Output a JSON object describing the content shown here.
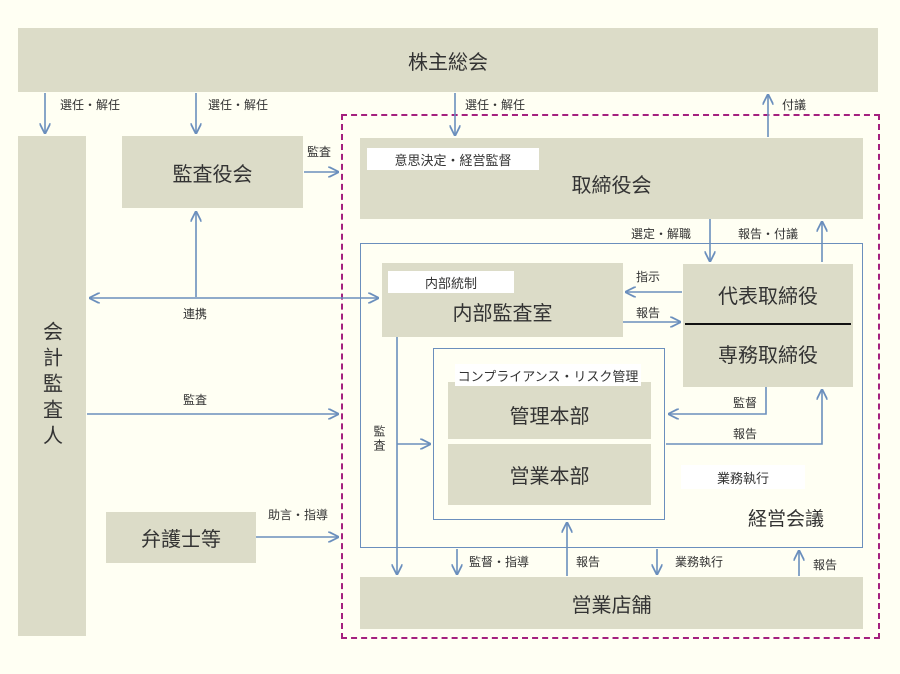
{
  "colors": {
    "box_fill": "#dcdcc8",
    "arrow": "#6b8fbd",
    "dashed_frame": "#a4207e",
    "background": "#fffff3"
  },
  "nodes": {
    "shareholders_meeting": "株主総会",
    "audit_board": "監査役会",
    "accounting_auditor": "会計監査人",
    "board_of_directors": "取締役会",
    "internal_audit_office": "内部監査室",
    "representative_director": "代表取締役",
    "managing_director": "専務取締役",
    "admin_division": "管理本部",
    "sales_division": "営業本部",
    "lawyers": "弁護士等",
    "stores": "営業店舗",
    "management_meeting": "経営会議"
  },
  "tags": {
    "board_role": "意思決定・経営監督",
    "internal_control": "内部統制",
    "compliance": "コンプライアンス・リスク管理",
    "business_execution": "業務執行"
  },
  "labels": {
    "appoint_dismiss_1": "選任・解任",
    "appoint_dismiss_2": "選任・解任",
    "appoint_dismiss_3": "選任・解任",
    "proposal": "付議",
    "audit_top": "監査",
    "select_dismiss": "選定・解職",
    "report_proposal": "報告・付議",
    "instruction": "指示",
    "report_internal": "報告",
    "cooperation": "連携",
    "audit_mid": "監査",
    "audit_vertical": "監査",
    "supervise": "監督",
    "report_mid": "報告",
    "advice_guidance": "助言・指導",
    "supervise_guidance": "監督・指導",
    "report_bottom": "報告",
    "business_execution_bottom": "業務執行",
    "report_right": "報告"
  }
}
